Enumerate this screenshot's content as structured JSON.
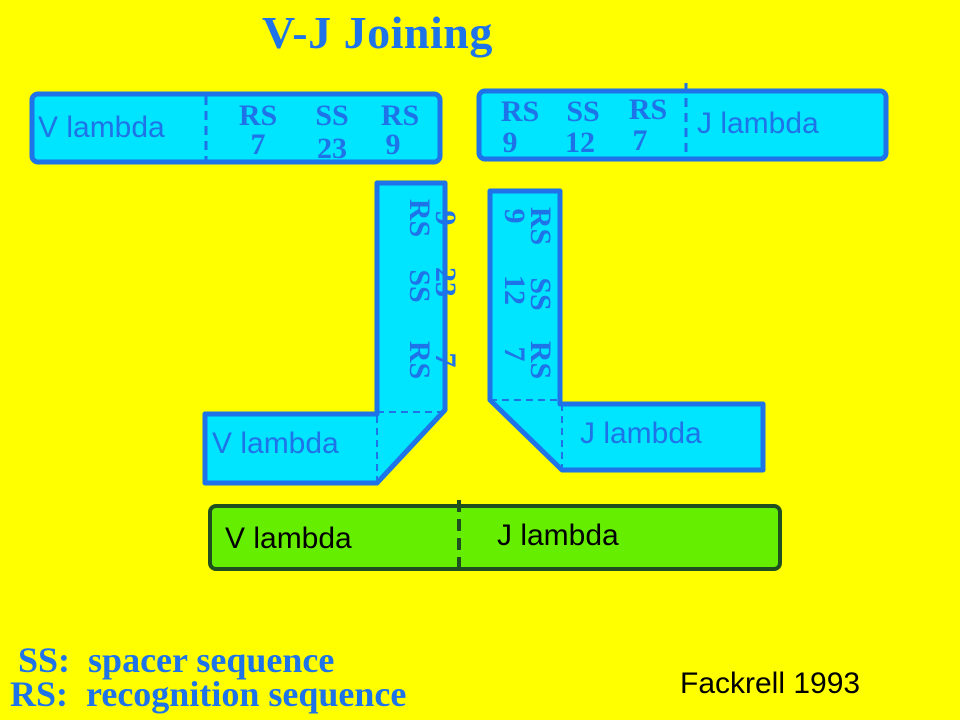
{
  "title": "V-J Joining",
  "segments": {
    "v": "V lambda",
    "j": "J lambda"
  },
  "v_signal": [
    {
      "code": "RS",
      "num": "7"
    },
    {
      "code": "SS",
      "num": "23"
    },
    {
      "code": "RS",
      "num": "9"
    }
  ],
  "j_signal": [
    {
      "code": "RS",
      "num": "9"
    },
    {
      "code": "SS",
      "num": "12"
    },
    {
      "code": "RS",
      "num": "7"
    }
  ],
  "legend": {
    "ss_key": "SS:",
    "ss_text": "spacer sequence",
    "rs_key": "RS:",
    "rs_text": "recognition sequence"
  },
  "credit": "Fackrell 1993",
  "colors": {
    "background": "#FFFF00",
    "segment_fill": "#00E5FF",
    "segment_stroke": "#1E73E8",
    "joined_fill": "#66EE00",
    "joined_stroke": "#1F4F1F",
    "label_blue": "#1E73E8"
  }
}
